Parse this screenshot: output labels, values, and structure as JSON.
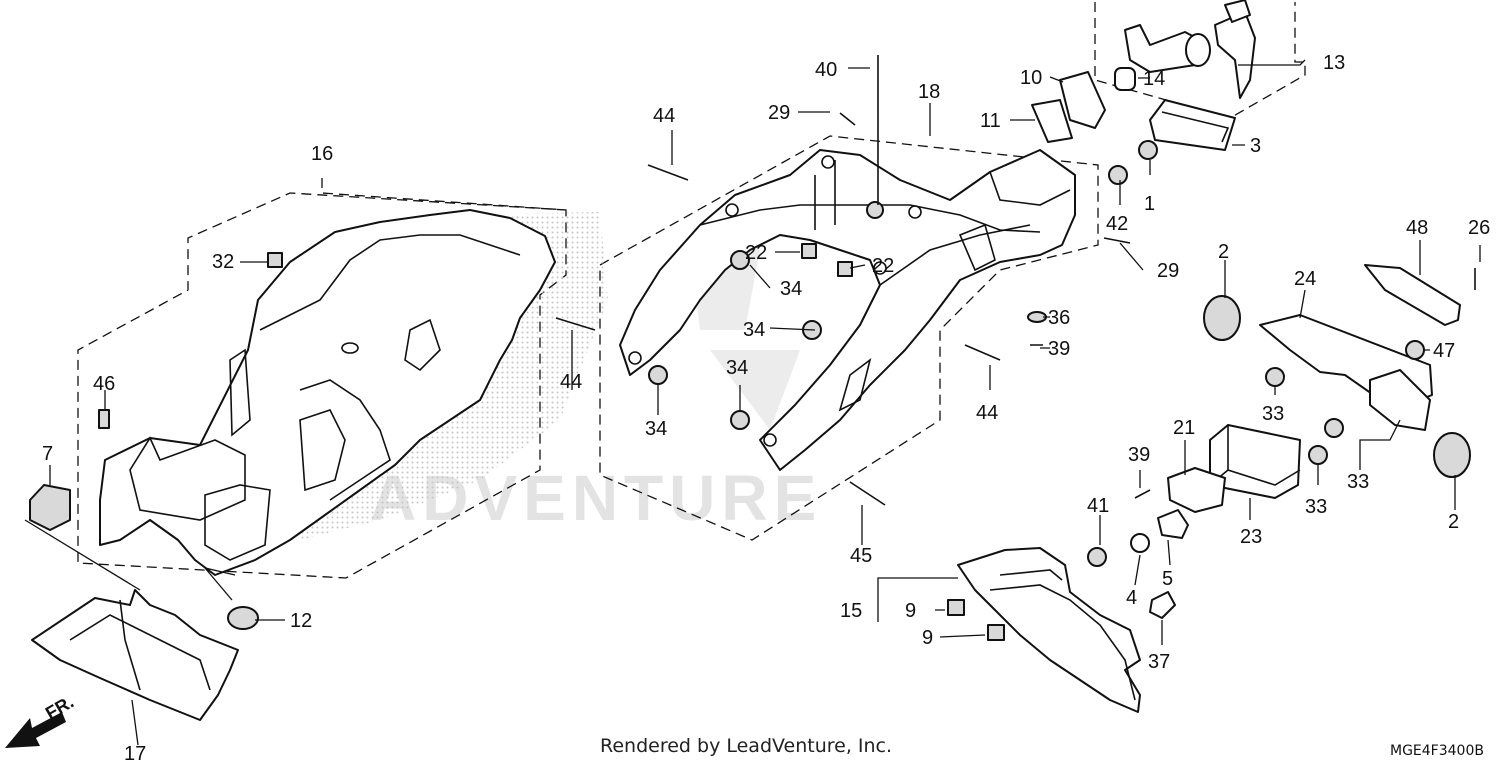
{
  "callouts": [
    "1",
    "2",
    "2",
    "3",
    "4",
    "5",
    "7",
    "9",
    "9",
    "10",
    "11",
    "12",
    "13",
    "14",
    "15",
    "16",
    "17",
    "18",
    "21",
    "22",
    "22",
    "23",
    "24",
    "26",
    "29",
    "29",
    "32",
    "33",
    "33",
    "33",
    "34",
    "34",
    "34",
    "34",
    "36",
    "37",
    "39",
    "39",
    "40",
    "41",
    "42",
    "44",
    "44",
    "44",
    "45",
    "46",
    "47",
    "48"
  ],
  "footer": {
    "credit": "Rendered by LeadVenture, Inc.",
    "code": "MGE4F3400B"
  },
  "direction_label": "FR.",
  "watermark": "ADVENTURE",
  "colors": {
    "line": "#111111",
    "screen": "#d6d6d6",
    "watermark": "#e3e3e3"
  }
}
